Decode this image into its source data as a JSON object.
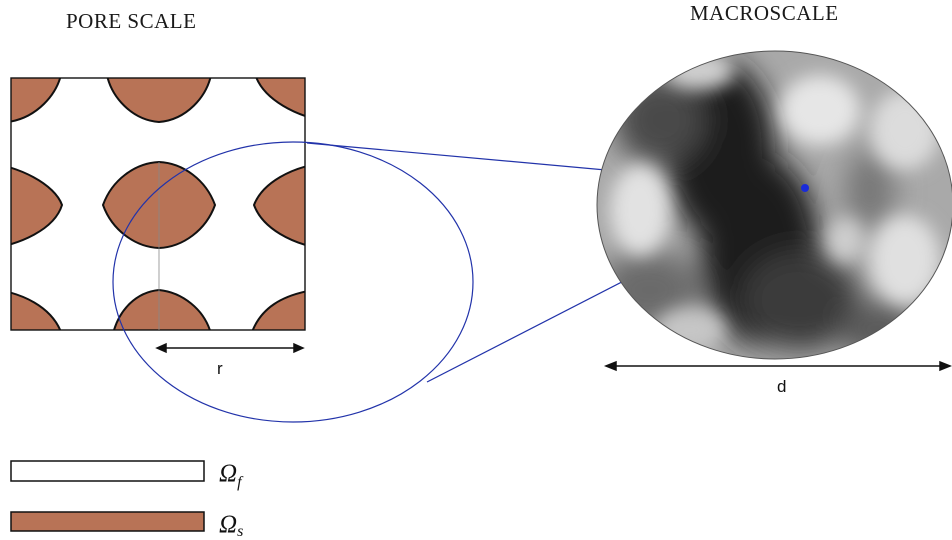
{
  "titles": {
    "pore_scale": "PORE SCALE",
    "macroscale": "MACROSCALE"
  },
  "dimensions": {
    "pore_length_label": "r",
    "macro_length_label": "d"
  },
  "legend": {
    "fluid": {
      "symbol": "Ω",
      "subscript": "f",
      "color": "#ffffff"
    },
    "solid": {
      "symbol": "Ω",
      "subscript": "s",
      "color": "#b87356"
    }
  },
  "colors": {
    "solid_fill": "#b87356",
    "zoom_lines": "#2233aa",
    "outline": "#111111"
  }
}
